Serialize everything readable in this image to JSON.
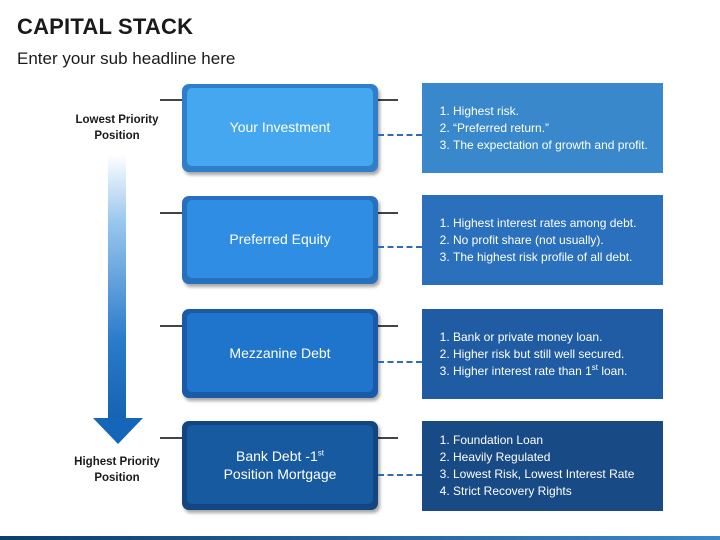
{
  "header": {
    "title": "CAPITAL STACK",
    "subtitle": "Enter your sub headline here"
  },
  "priority_axis": {
    "top_label": [
      "Lowest Priority",
      "Position"
    ],
    "bottom_label": [
      "Highest Priority",
      "Position"
    ],
    "direction": "downward-arrow"
  },
  "colors": {
    "tier1_box_outer": "#2f7ec9",
    "tier1_box_inner": "#45a7f0",
    "tier2_box_outer": "#2670bd",
    "tier2_box_inner": "#2f8ee4",
    "tier3_box_outer": "#1a5aa6",
    "tier3_box_inner": "#1f74cc",
    "tier4_box_outer": "#134580",
    "tier4_box_inner": "#175a9f",
    "tier1_panel": "#3a88cc",
    "tier2_panel": "#2a70bc",
    "tier3_panel": "#1f5ca3",
    "tier4_panel": "#184a86",
    "connector": "#2e6cb0"
  },
  "tiers": [
    {
      "box_label": "Your Investment",
      "points": [
        "Highest risk.",
        "“Preferred return.”",
        "The expectation of growth and profit."
      ]
    },
    {
      "box_label": "Preferred Equity",
      "points": [
        "Highest interest rates among debt.",
        "No profit share (not usually).",
        "The highest risk profile of all debt."
      ]
    },
    {
      "box_label": "Mezzanine Debt",
      "points": [
        "Bank or private money loan.",
        "Higher risk but still well secured.",
        "Higher interest rate than 1",
        "st",
        " loan."
      ]
    },
    {
      "box_label_line1": "Bank Debt -1",
      "box_label_sup": "st",
      "box_label_line2": "Position Mortgage",
      "points": [
        "Foundation Loan",
        "Heavily Regulated",
        "Lowest Risk, Lowest Interest Rate",
        "Strict Recovery Rights"
      ]
    }
  ]
}
